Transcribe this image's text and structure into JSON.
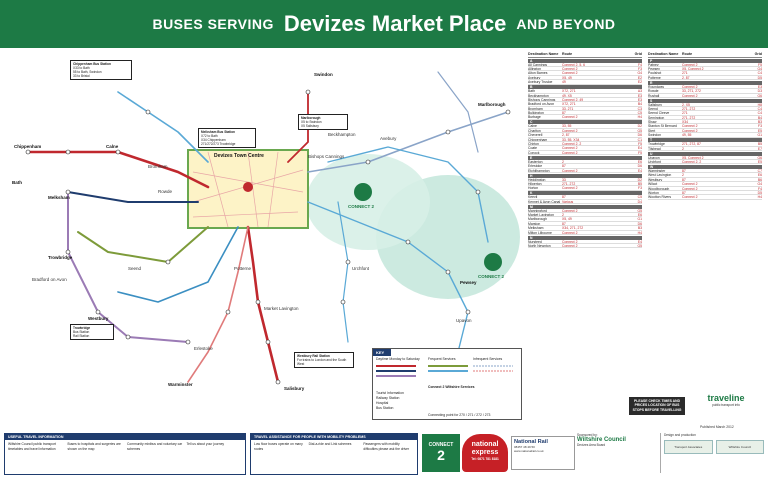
{
  "header": {
    "pre": "BUSES SERVING",
    "main": "Devizes Market Place",
    "post": "AND BEYOND"
  },
  "colors": {
    "brand_green": "#1d7a45",
    "navy": "#1f3c6e",
    "route_red": "#c0282e",
    "connect_teal": "#bfe5d8"
  },
  "map": {
    "places": [
      "Chippenham",
      "Calne",
      "Melksham",
      "Trowbridge",
      "Bradford on Avon",
      "Westbury",
      "Marlborough",
      "Pewsey",
      "Upavon",
      "Market Lavington",
      "Rowde",
      "Bromham",
      "Potterne",
      "Urchfont",
      "Erlestoke",
      "Seend",
      "Bath",
      "Warminster",
      "Swindon",
      "Salisbury",
      "Bishops Cannings",
      "Avebury",
      "Beckhampton"
    ],
    "town_centre_title": "Devizes Town Centre",
    "connect_label": "CONNECT 2",
    "info_boxes": [
      {
        "title": "Chippenham Bus Station",
        "lines": [
          "X33 to Bath",
          "55 to Bath, Swindon",
          "33 to Bristol"
        ]
      },
      {
        "title": "Melksham Bus Station",
        "lines": [
          "X72 to Bath",
          "X34 Chippenham",
          "271/272/273 Trowbridge"
        ]
      },
      {
        "title": "Marlborough",
        "lines": [
          "X5 to Swindon",
          "X5 Salisbury"
        ]
      },
      {
        "title": "Trowbridge",
        "lines": [
          "Bus Station",
          "Rail Station"
        ]
      },
      {
        "title": "Westbury Rail Station",
        "lines": [
          "For trains to London and the South West"
        ]
      }
    ],
    "key": {
      "title": "KEY",
      "rows": [
        "Daytime Monday to Saturday",
        "Frequent Services",
        "Infrequent Services",
        "Connect 2 Wiltshire Services",
        "Tourist Information",
        "Railway Station",
        "Hospital",
        "Bus Station",
        "Connecting point for 270 / 271 / 272 / 273"
      ]
    }
  },
  "index": {
    "headers": [
      "Destination Name",
      "Route",
      "Grid"
    ],
    "left": [
      {
        "letter": "A",
        "rows": [
          [
            "All Cannings",
            "Connect 2, 5, 6",
            "F4"
          ],
          [
            "Allington",
            "Connect 2",
            "F3"
          ],
          [
            "Alton Barnes",
            "Connect 2",
            "G4"
          ],
          [
            "Avebury",
            "X5, 49",
            "E2"
          ],
          [
            "Avebury Trusloe",
            "49",
            "E2"
          ]
        ]
      },
      {
        "letter": "B",
        "rows": [
          [
            "Bath",
            "X72, 271",
            "A3"
          ],
          [
            "Beckhampton",
            "49, X5",
            "E3"
          ],
          [
            "Bishops Cannings",
            "Connect 2, 49",
            "E3"
          ],
          [
            "Bradford on Avon",
            "X72, 271",
            "B4"
          ],
          [
            "Bromham",
            "33, 271",
            "C3"
          ],
          [
            "Bulkington",
            "87",
            "C5"
          ],
          [
            "Burbage",
            "Connect 2",
            "H4"
          ]
        ]
      },
      {
        "letter": "C",
        "rows": [
          [
            "Calne",
            "33, 55",
            "D2"
          ],
          [
            "Charlton",
            "Connect 2",
            "G5"
          ],
          [
            "Cheverell",
            "2, 87",
            "D6"
          ],
          [
            "Chippenham",
            "33, 55, X34",
            "C1"
          ],
          [
            "Chirton",
            "Connect 2, 2",
            "F5"
          ],
          [
            "Coate",
            "Connect 2",
            "E4"
          ],
          [
            "Conock",
            "Connect 2",
            "F5"
          ]
        ]
      },
      {
        "letter": "E",
        "rows": [
          [
            "Easterton",
            "2",
            "E6"
          ],
          [
            "Erlestoke",
            "87",
            "D6"
          ],
          [
            "Etchilhampton",
            "Connect 2",
            "E4"
          ]
        ]
      },
      {
        "letter": "H",
        "rows": [
          [
            "Heddington",
            "33",
            "D2"
          ],
          [
            "Hilperton",
            "271, 272",
            "B5"
          ],
          [
            "Horton",
            "Connect 2",
            "F3"
          ]
        ]
      },
      {
        "letter": "K",
        "rows": [
          [
            "Keevil",
            "87",
            "C5"
          ],
          [
            "Kennet & Avon Canal",
            "Various",
            "D4"
          ]
        ]
      },
      {
        "letter": "M",
        "rows": [
          [
            "Manningford",
            "Connect 2",
            "G5"
          ],
          [
            "Market Lavington",
            "2",
            "E6"
          ],
          [
            "Marlborough",
            "X5, 49",
            "G1"
          ],
          [
            "Marston",
            "87",
            "D6"
          ],
          [
            "Melksham",
            "X34, 271, 272",
            "B3"
          ],
          [
            "Milton Lilbourne",
            "Connect 2",
            "H4"
          ]
        ]
      },
      {
        "letter": "N",
        "rows": [
          [
            "Nursteed",
            "Connect 2",
            "E4"
          ],
          [
            "North Newnton",
            "Connect 2",
            "G5"
          ]
        ]
      }
    ],
    "right": [
      {
        "letter": "P",
        "rows": [
          [
            "Patney",
            "Connect 2",
            "F5"
          ],
          [
            "Pewsey",
            "X5, Connect 2",
            "G4"
          ],
          [
            "Poulshot",
            "271",
            "C4"
          ],
          [
            "Potterne",
            "2, 87",
            "D5"
          ]
        ]
      },
      {
        "letter": "R",
        "rows": [
          [
            "Roundway",
            "Connect 2",
            "E3"
          ],
          [
            "Rowde",
            "33, 271, 272",
            "D3"
          ],
          [
            "Rushall",
            "Connect 2",
            "G6"
          ]
        ]
      },
      {
        "letter": "S",
        "rows": [
          [
            "Salisbury",
            "2, X5",
            "H8"
          ],
          [
            "Seend",
            "271, 272",
            "C4"
          ],
          [
            "Seend Cleeve",
            "271",
            "C4"
          ],
          [
            "Semington",
            "271, 272",
            "B4"
          ],
          [
            "Shaw",
            "X34",
            "B3"
          ],
          [
            "Stanton St Bernard",
            "Connect 2",
            "F3"
          ],
          [
            "Stert",
            "Connect 2",
            "E5"
          ],
          [
            "Swindon",
            "49, 55",
            "G1"
          ]
        ]
      },
      {
        "letter": "T",
        "rows": [
          [
            "Trowbridge",
            "271, 272, 87",
            "B5"
          ],
          [
            "Tilshead",
            "2",
            "E7"
          ]
        ]
      },
      {
        "letter": "U",
        "rows": [
          [
            "Upavon",
            "X5, Connect 2",
            "G6"
          ],
          [
            "Urchfont",
            "Connect 2, 2",
            "E5"
          ]
        ]
      },
      {
        "letter": "W",
        "rows": [
          [
            "Warminster",
            "87",
            "C7"
          ],
          [
            "West Lavington",
            "2",
            "E6"
          ],
          [
            "Westbury",
            "87",
            "B6"
          ],
          [
            "Wilcot",
            "Connect 2",
            "G4"
          ],
          [
            "Woodborough",
            "Connect 2",
            "F4"
          ],
          [
            "Worton",
            "87",
            "D5"
          ],
          [
            "Wootton Rivers",
            "Connect 2",
            "H4"
          ]
        ]
      }
    ]
  },
  "notice": "PLEASE CHECK TIMES AND PRICES LOCATION OF BUS STOPS BEFORE TRAVELLING",
  "traveline": {
    "name": "traveline",
    "tagline": "public transport info"
  },
  "footer": {
    "box1": {
      "title": "USEFUL TRAVEL INFORMATION",
      "cols": [
        "Wiltshire Council public transport timetables and travel information",
        "Buses to hospitals and surgeries are shown on the map",
        "Community minibus and voluntary car schemes",
        "Tell us about your journey"
      ]
    },
    "box2": {
      "title": "TRAVEL ASSISTANCE FOR PEOPLE WITH MOBILITY PROBLEMS",
      "cols": [
        "Low floor buses operate on many routes",
        "Dial-a-ride and Link schemes",
        "Passengers with mobility difficulties please ask the driver"
      ]
    },
    "national_express": {
      "name": "national express",
      "tel": "Tel: 0871 781 8181"
    },
    "national_rail": {
      "name": "National Rail",
      "tel": "08457 48 49 50",
      "web": "www.nationalrail.co.uk"
    },
    "connect2": {
      "label": "CONNECT",
      "num": "2"
    },
    "sponsor": {
      "heading": "Sponsored by:",
      "name": "Wiltshire Council",
      "sub": "Devizes Area Board"
    },
    "design": {
      "heading": "Design and production",
      "logos": [
        "Transport Associates",
        "Wiltshire Council"
      ]
    }
  },
  "pubdate": "Published March 2012"
}
